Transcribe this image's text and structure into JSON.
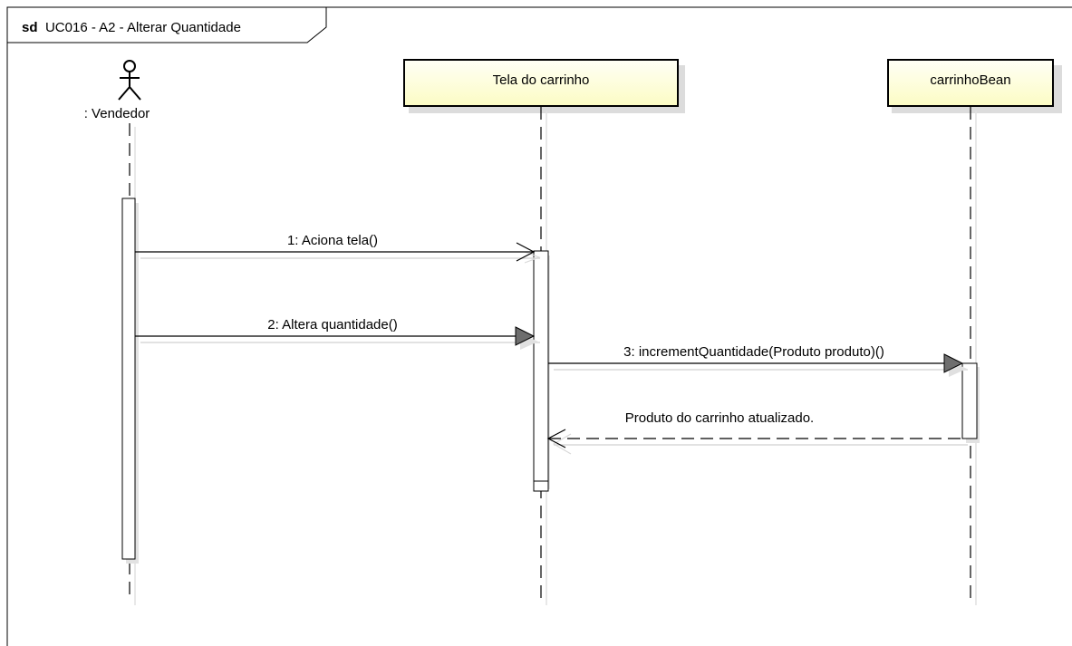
{
  "frame": {
    "keyword": "sd",
    "title": "UC016 - A2 - Alterar Quantidade"
  },
  "lifelines": {
    "actor": {
      "name": ": Vendedor",
      "icon": "stick-figure-icon"
    },
    "screen": {
      "name": "Tela do carrinho"
    },
    "bean": {
      "name": "carrinhoBean"
    }
  },
  "messages": [
    {
      "label": "1: Aciona tela()",
      "from": "Vendedor",
      "to": "Tela do carrinho",
      "kind": "sync-open"
    },
    {
      "label": "2: Altera quantidade()",
      "from": "Vendedor",
      "to": "Tela do carrinho",
      "kind": "sync-filled"
    },
    {
      "label": "3: incrementQuantidade(Produto produto)()",
      "from": "Tela do carrinho",
      "to": "carrinhoBean",
      "kind": "sync-filled"
    },
    {
      "label": "Produto do carrinho atualizado.",
      "from": "carrinhoBean",
      "to": "Tela do carrinho",
      "kind": "return"
    }
  ],
  "colors": {
    "box_fill_top": "#fffff4",
    "box_fill_bottom": "#fdfdc8",
    "shadow": "#dcdcdc",
    "line": "#000000"
  }
}
